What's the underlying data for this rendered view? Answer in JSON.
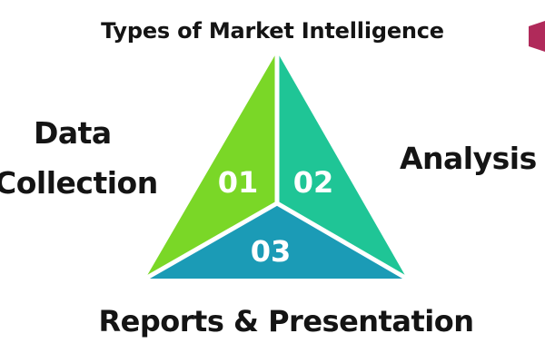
{
  "title": "Types of Market Intelligence",
  "segments": [
    {
      "number": "01",
      "label_lines": [
        "Data",
        "Collection"
      ],
      "color": "#7ad727"
    },
    {
      "number": "02",
      "label_lines": [
        "Analysis"
      ],
      "color": "#1fc596"
    },
    {
      "number": "03",
      "label_lines": [
        "Reports & Presentation"
      ],
      "color": "#1b9bb6"
    }
  ],
  "colors": {
    "divider": "#ffffff",
    "text": "#141414",
    "corner_mark": "#b02a5a"
  }
}
